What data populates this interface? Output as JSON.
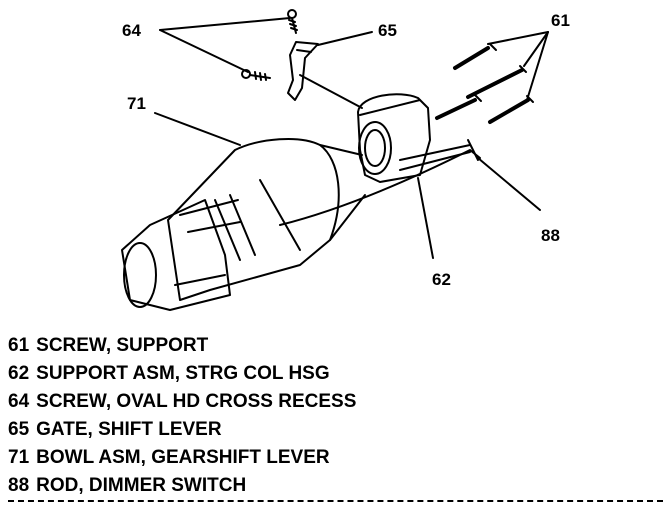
{
  "callouts": {
    "c64": "64",
    "c65": "65",
    "c61": "61",
    "c71": "71",
    "c88": "88",
    "c62": "62"
  },
  "legend": [
    {
      "num": "61",
      "text": "SCREW, SUPPORT"
    },
    {
      "num": "62",
      "text": "SUPPORT ASM, STRG COL HSG"
    },
    {
      "num": "64",
      "text": "SCREW, OVAL HD CROSS RECESS"
    },
    {
      "num": "65",
      "text": "GATE, SHIFT LEVER"
    },
    {
      "num": "71",
      "text": "BOWL ASM, GEARSHIFT LEVER"
    },
    {
      "num": "88",
      "text": "ROD, DIMMER SWITCH"
    }
  ]
}
